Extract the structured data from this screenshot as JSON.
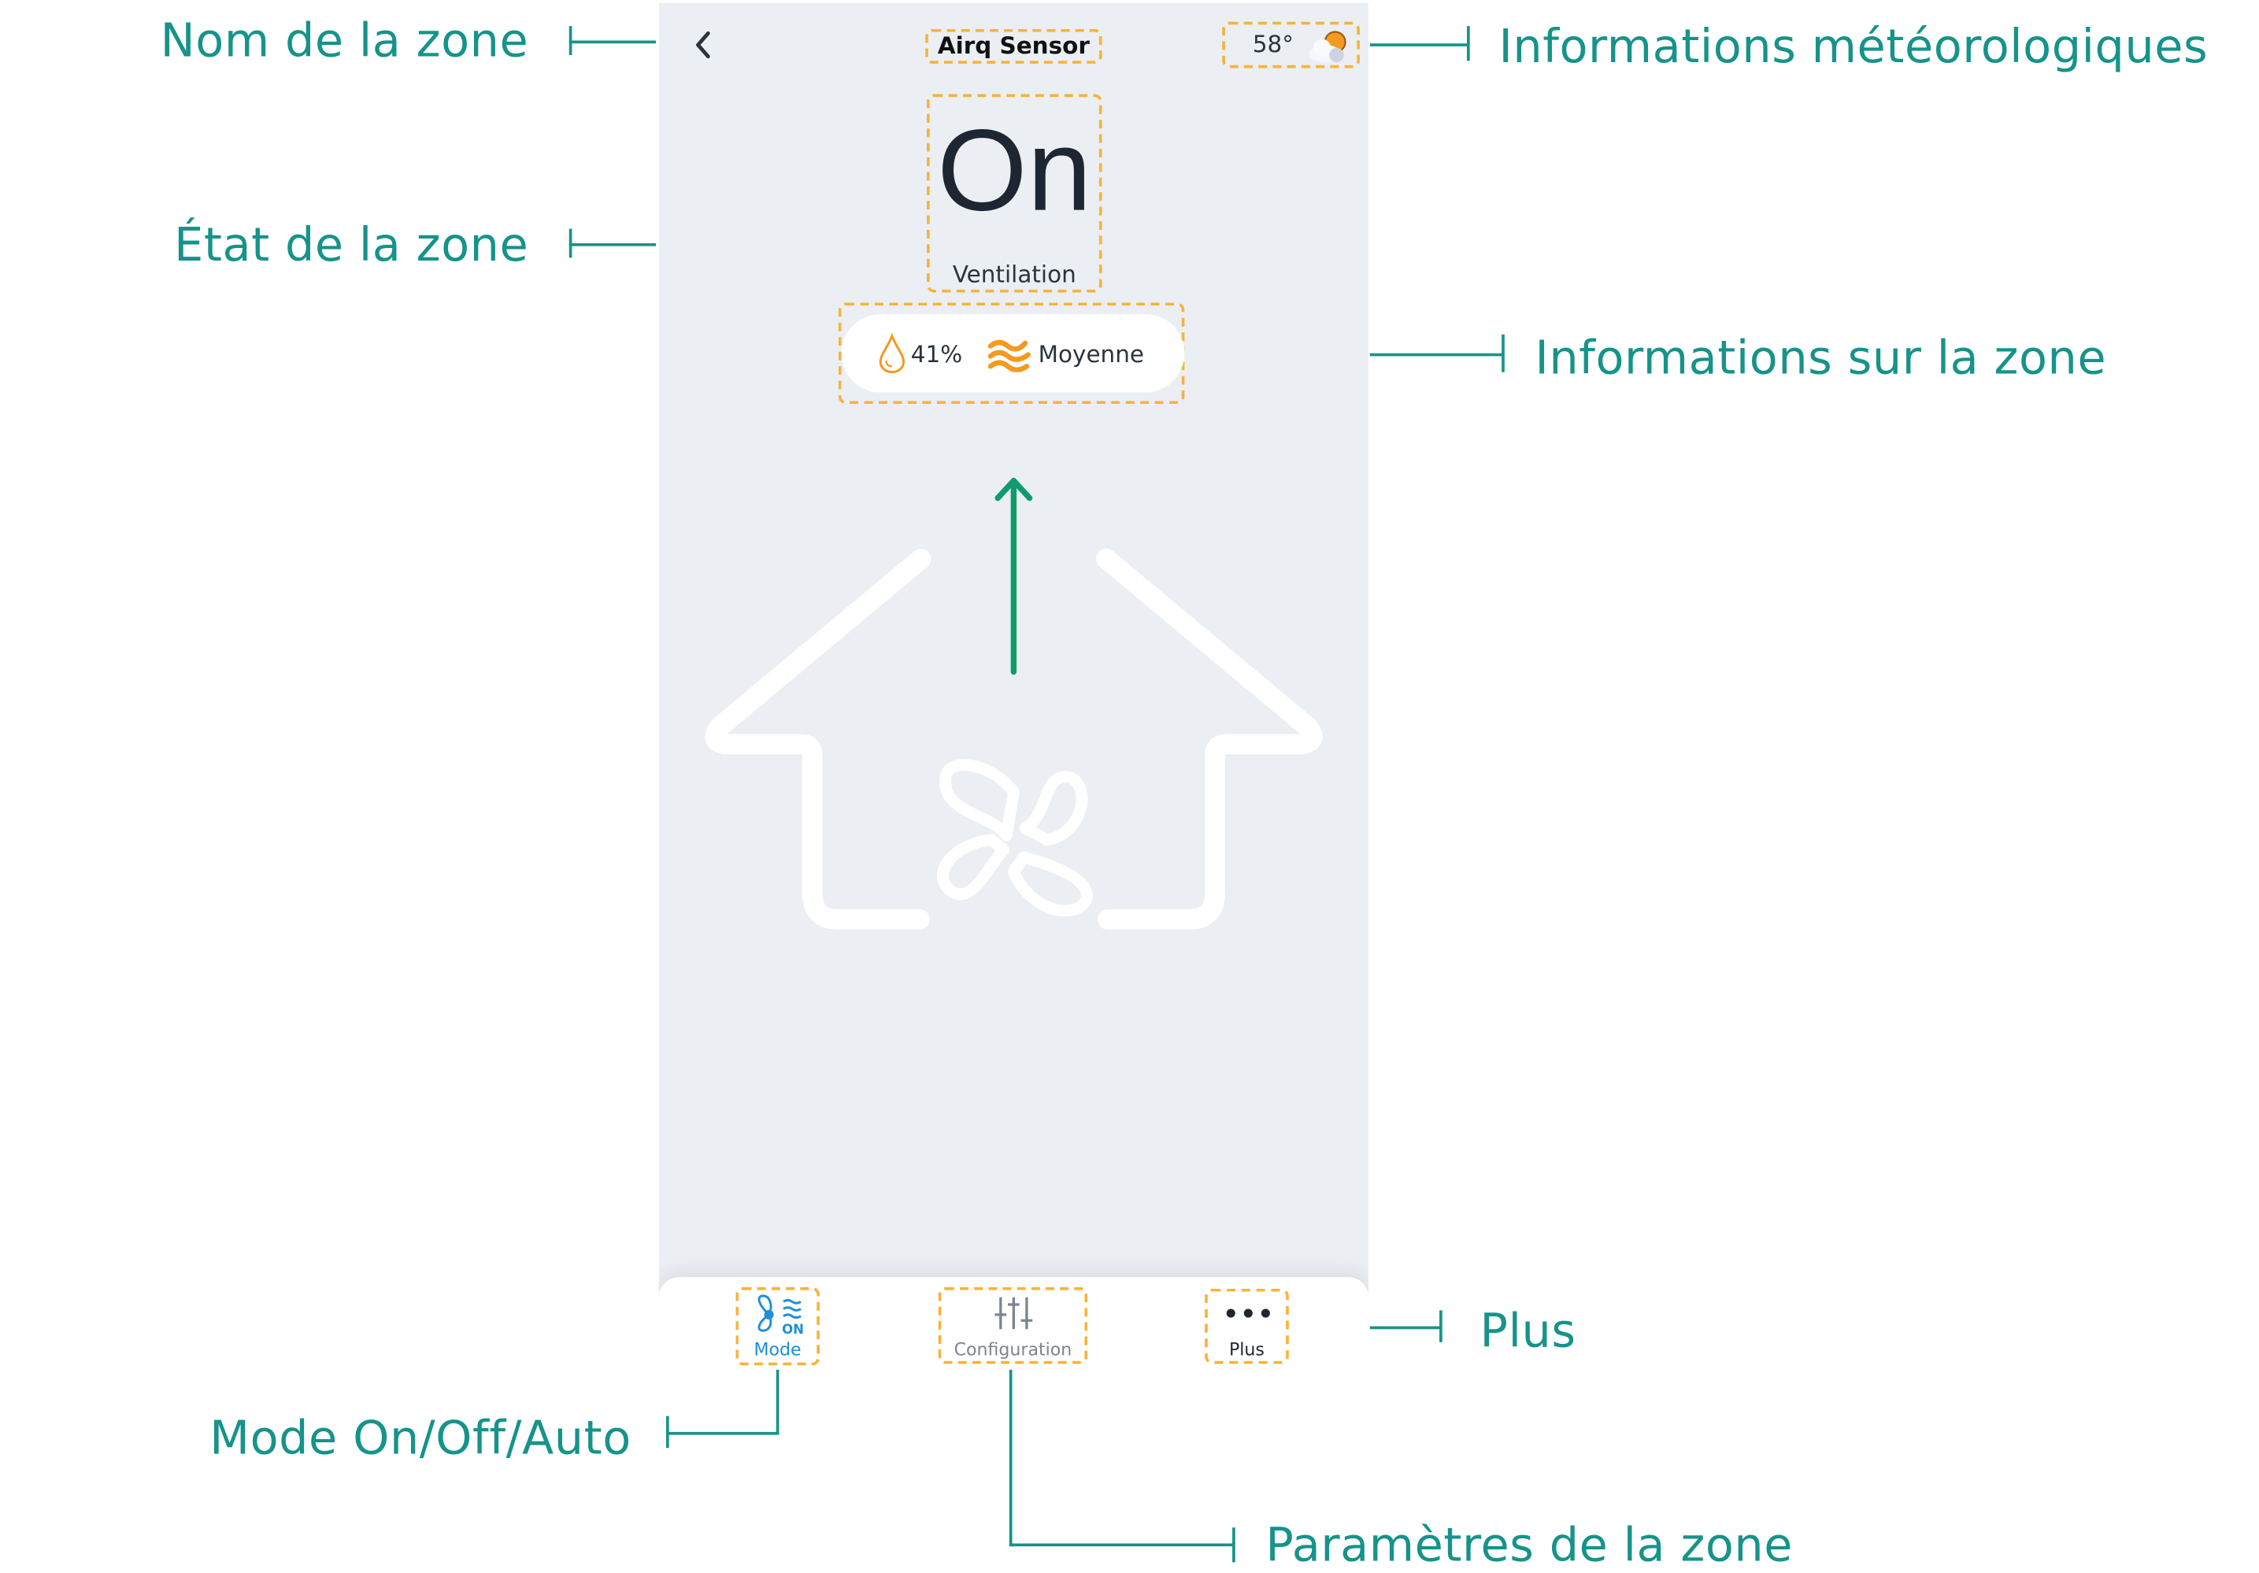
{
  "annotations": {
    "zone_name": "Nom de la zone",
    "zone_state": "État de la zone",
    "weather_info": "Informations météorologiques",
    "zone_info": "Informations sur la zone",
    "more": "Plus",
    "mode": "Mode On/Off/Auto",
    "zone_settings": "Paramètres de la zone"
  },
  "header": {
    "title": "Airq Sensor",
    "temperature": "58°",
    "weather_icon": "partly-cloudy-icon",
    "back_icon": "chevron-left-icon"
  },
  "state": {
    "value": "On",
    "label": "Ventilation"
  },
  "zone_info": {
    "humidity": "41%",
    "air_quality": "Moyenne"
  },
  "nav": [
    {
      "label": "Mode",
      "badge": "ON",
      "icon": "fan-mode-icon"
    },
    {
      "label": "Configuration",
      "icon": "sliders-icon"
    },
    {
      "label": "Plus",
      "icon": "more-dots-icon"
    }
  ],
  "colors": {
    "accent": "#16938a",
    "highlight": "#f8b33a",
    "arrow": "#0f9b6e",
    "mode": "#1f8fd6"
  }
}
